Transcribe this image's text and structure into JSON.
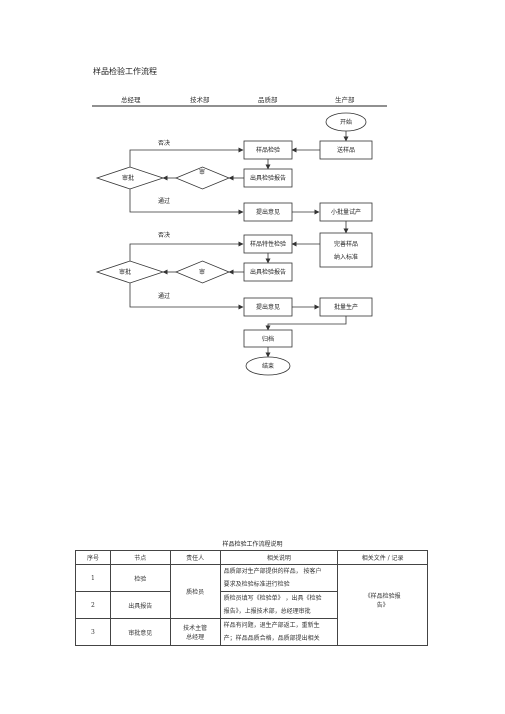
{
  "doc_title": "样品检验工作流程",
  "lanes": [
    "总经理",
    "技术部",
    "品质部",
    "生产部"
  ],
  "nodes": {
    "start": "开始",
    "sample_inspect": "样品检验",
    "send_sample": "送样品",
    "review1": "审",
    "report1": "出具检验报告",
    "approve1": "审批",
    "opinion1": "提出意见",
    "small_trial": "小批量试产",
    "special_inspect": "样品特性检验",
    "improve_sample_1": "完善样品",
    "improve_sample_2": "纳入标准",
    "review2": "审",
    "report2": "出具检验报告",
    "approve2": "审批",
    "opinion2": "提出意见",
    "mass_prod": "批量生产",
    "archive": "归档",
    "end": "结束"
  },
  "edge_labels": {
    "no1": "否决",
    "pass1": "通过",
    "no2": "否决",
    "pass2": "通过"
  },
  "table": {
    "caption": "样品检验工作流程说明",
    "headers": [
      "序号",
      "节点",
      "责任人",
      "相关说明",
      "相关文件 / 记录"
    ],
    "rows": [
      {
        "no": "1",
        "node": "检验",
        "desc": [
          "品质部对生产部提供的样品，    按客户",
          "要求及检验标准进行检验"
        ]
      },
      {
        "no": "2",
        "node": "出具报告",
        "desc": [
          "质检员填写《检验单》    ，出具《检验",
          "报告》，上报技术部，总经理审批"
        ]
      },
      {
        "no": "3",
        "node": "审批意见",
        "owner": [
          "技术主管",
          "总经理"
        ],
        "desc": [
          "样品有问题，退生产部返工，重新生",
          "产；样品品质合格，品质部提出相关"
        ]
      }
    ],
    "owner_12": "质检员",
    "files": [
      "《样品检验报",
      "告》"
    ]
  }
}
